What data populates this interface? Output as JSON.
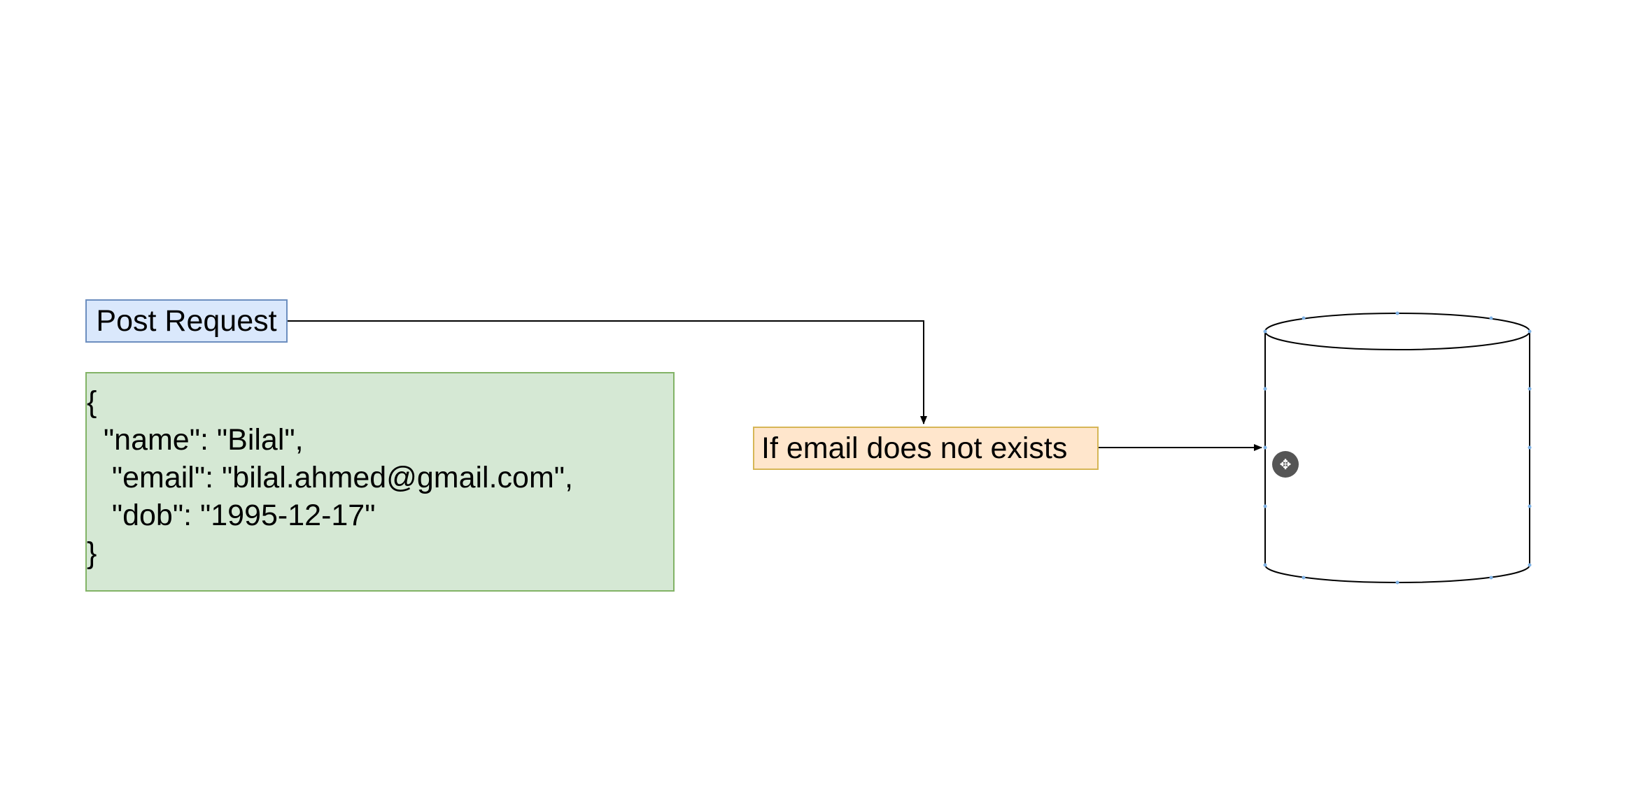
{
  "diagram": {
    "post_request_label": "Post Request",
    "json_body_lines": [
      "{",
      "  \"name\": \"Bilal\",",
      "   \"email\": \"bilal.ahmed@gmail.com\",",
      "   \"dob\": \"1995-12-17\"",
      "}"
    ],
    "condition_label": "If email does not exists",
    "database_shape": "cylinder",
    "move_handle_icon": "move-icon"
  },
  "colors": {
    "post_request_fill": "#dae8fc",
    "post_request_stroke": "#6c8ebf",
    "json_fill": "#d5e8d4",
    "json_stroke": "#82b366",
    "condition_fill": "#ffe6cc",
    "condition_stroke": "#d6b656",
    "connector": "#000000",
    "selection_dots": "#7fb2e5"
  }
}
